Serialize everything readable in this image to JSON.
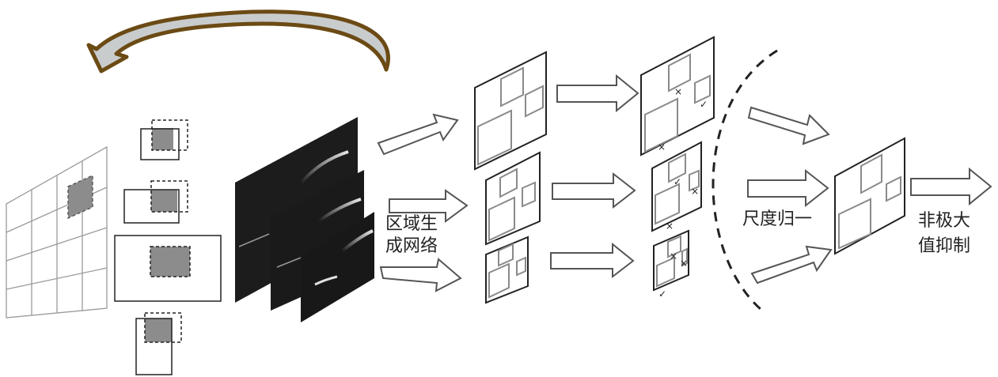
{
  "labels": {
    "rpn_line1": "区域生",
    "rpn_line2": "成网络",
    "scale_norm": "尺度归一",
    "nms_line1": "非极大",
    "nms_line2": "值抑制"
  },
  "marks": {
    "check": "✓",
    "cross": "×"
  },
  "colors": {
    "grid_line": "#9a9a9a",
    "anchor_fill": "#8c8c8c",
    "feature_map": "#1c1c1c",
    "arrow_fill": "#ffffff",
    "arrow_stroke": "#555555",
    "loop_arrow_outer": "#6b4a14",
    "loop_arrow_inner": "#c9cccd",
    "proposal_box": "#8a8a8a"
  }
}
